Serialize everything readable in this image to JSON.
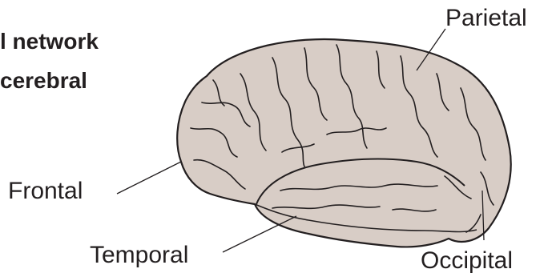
{
  "cropped_text": {
    "line1": "l network",
    "line2": "cerebral"
  },
  "labels": {
    "parietal": "Parietal",
    "frontal": "Frontal",
    "temporal": "Temporal",
    "occipital": "Occipital"
  },
  "colors": {
    "brain_fill": "#d8cdc6",
    "outline": "#231f20",
    "leader_line": "#231f20",
    "background": "#ffffff"
  }
}
